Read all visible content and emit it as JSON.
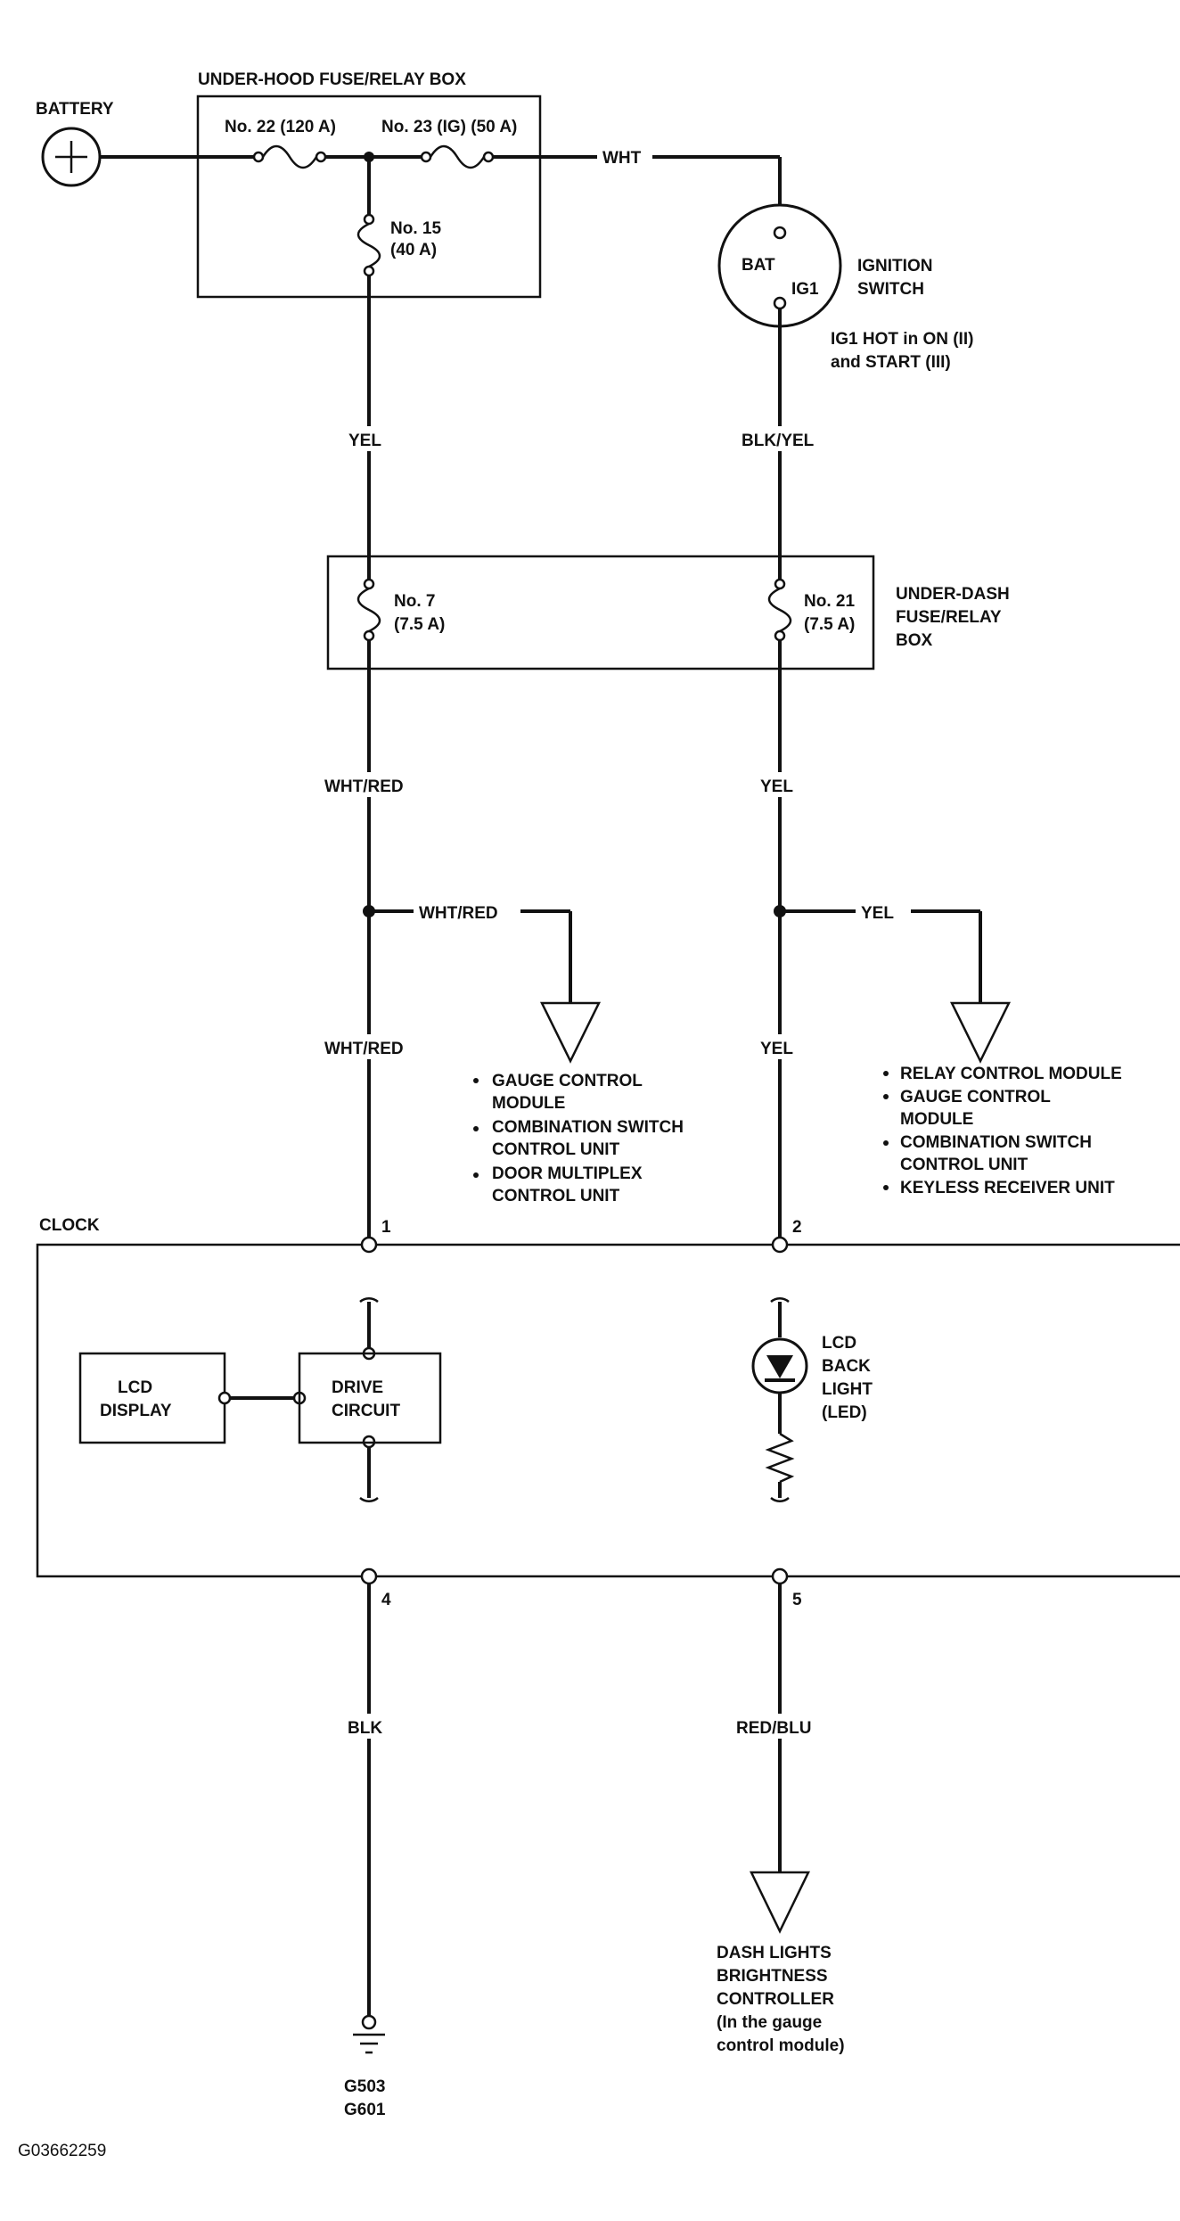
{
  "battery": {
    "label": "BATTERY"
  },
  "underhood_box": {
    "label": "UNDER-HOOD FUSE/RELAY BOX",
    "fuse22": "No. 22 (120 A)",
    "fuse23": "No. 23 (IG) (50 A)",
    "fuse15_line1": "No. 15",
    "fuse15_line2": "(40 A)"
  },
  "wires": {
    "wht": "WHT",
    "yel_top": "YEL",
    "blk_yel": "BLK/YEL",
    "wht_red_1": "WHT/RED",
    "yel_1": "YEL",
    "wht_red_branch": "WHT/RED",
    "yel_branch": "YEL",
    "wht_red_2": "WHT/RED",
    "yel_2": "YEL",
    "blk": "BLK",
    "red_blu": "RED/BLU"
  },
  "ignition": {
    "bat": "BAT",
    "ig1": "IG1",
    "label_line1": "IGNITION",
    "label_line2": "SWITCH",
    "note_line1": "IG1 HOT in ON (II)",
    "note_line2": "and START (III)"
  },
  "underdash_box": {
    "fuse7_line1": "No. 7",
    "fuse7_line2": "(7.5 A)",
    "fuse21_line1": "No. 21",
    "fuse21_line2": "(7.5 A)",
    "label_line1": "UNDER-DASH",
    "label_line2": "FUSE/RELAY",
    "label_line3": "BOX"
  },
  "left_destinations": [
    "GAUGE CONTROL",
    "MODULE",
    "COMBINATION SWITCH",
    "CONTROL UNIT",
    "DOOR MULTIPLEX",
    "CONTROL UNIT"
  ],
  "right_destinations": [
    "RELAY CONTROL MODULE",
    "GAUGE CONTROL",
    "MODULE",
    "COMBINATION SWITCH",
    "CONTROL UNIT",
    "KEYLESS RECEIVER UNIT"
  ],
  "clock": {
    "label": "CLOCK",
    "pin1": "1",
    "pin2": "2",
    "pin4": "4",
    "pin5": "5",
    "lcd_line1": "LCD",
    "lcd_line2": "DISPLAY",
    "drive_line1": "DRIVE",
    "drive_line2": "CIRCUIT",
    "backlight_line1": "LCD",
    "backlight_line2": "BACK",
    "backlight_line3": "LIGHT",
    "backlight_line4": "(LED)"
  },
  "dash_controller": [
    "DASH LIGHTS",
    "BRIGHTNESS",
    "CONTROLLER",
    "(In the gauge",
    "control module)"
  ],
  "ground": {
    "line1": "G503",
    "line2": "G601"
  },
  "figure_id": "G03662259"
}
